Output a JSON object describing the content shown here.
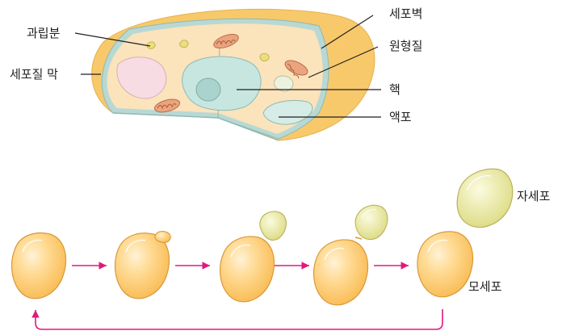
{
  "labels": {
    "granule": "과립분",
    "cell_membrane": "세포질 막",
    "cell_wall": "세포벽",
    "protoplasm": "원형질",
    "nucleus": "핵",
    "vacuole": "액포",
    "daughter_cell": "자세포",
    "mother_cell": "모세포"
  },
  "colors": {
    "cell_wall": "#f7c96b",
    "cytoplasm": "#fbe3bb",
    "membrane": "#b8d8d4",
    "nucleus": "#c7e6e0",
    "vacuole_pink": "#f7dde3",
    "yeast_body": "#ffc766",
    "bud": "#ebe98e",
    "arrow": "#e2187e"
  }
}
